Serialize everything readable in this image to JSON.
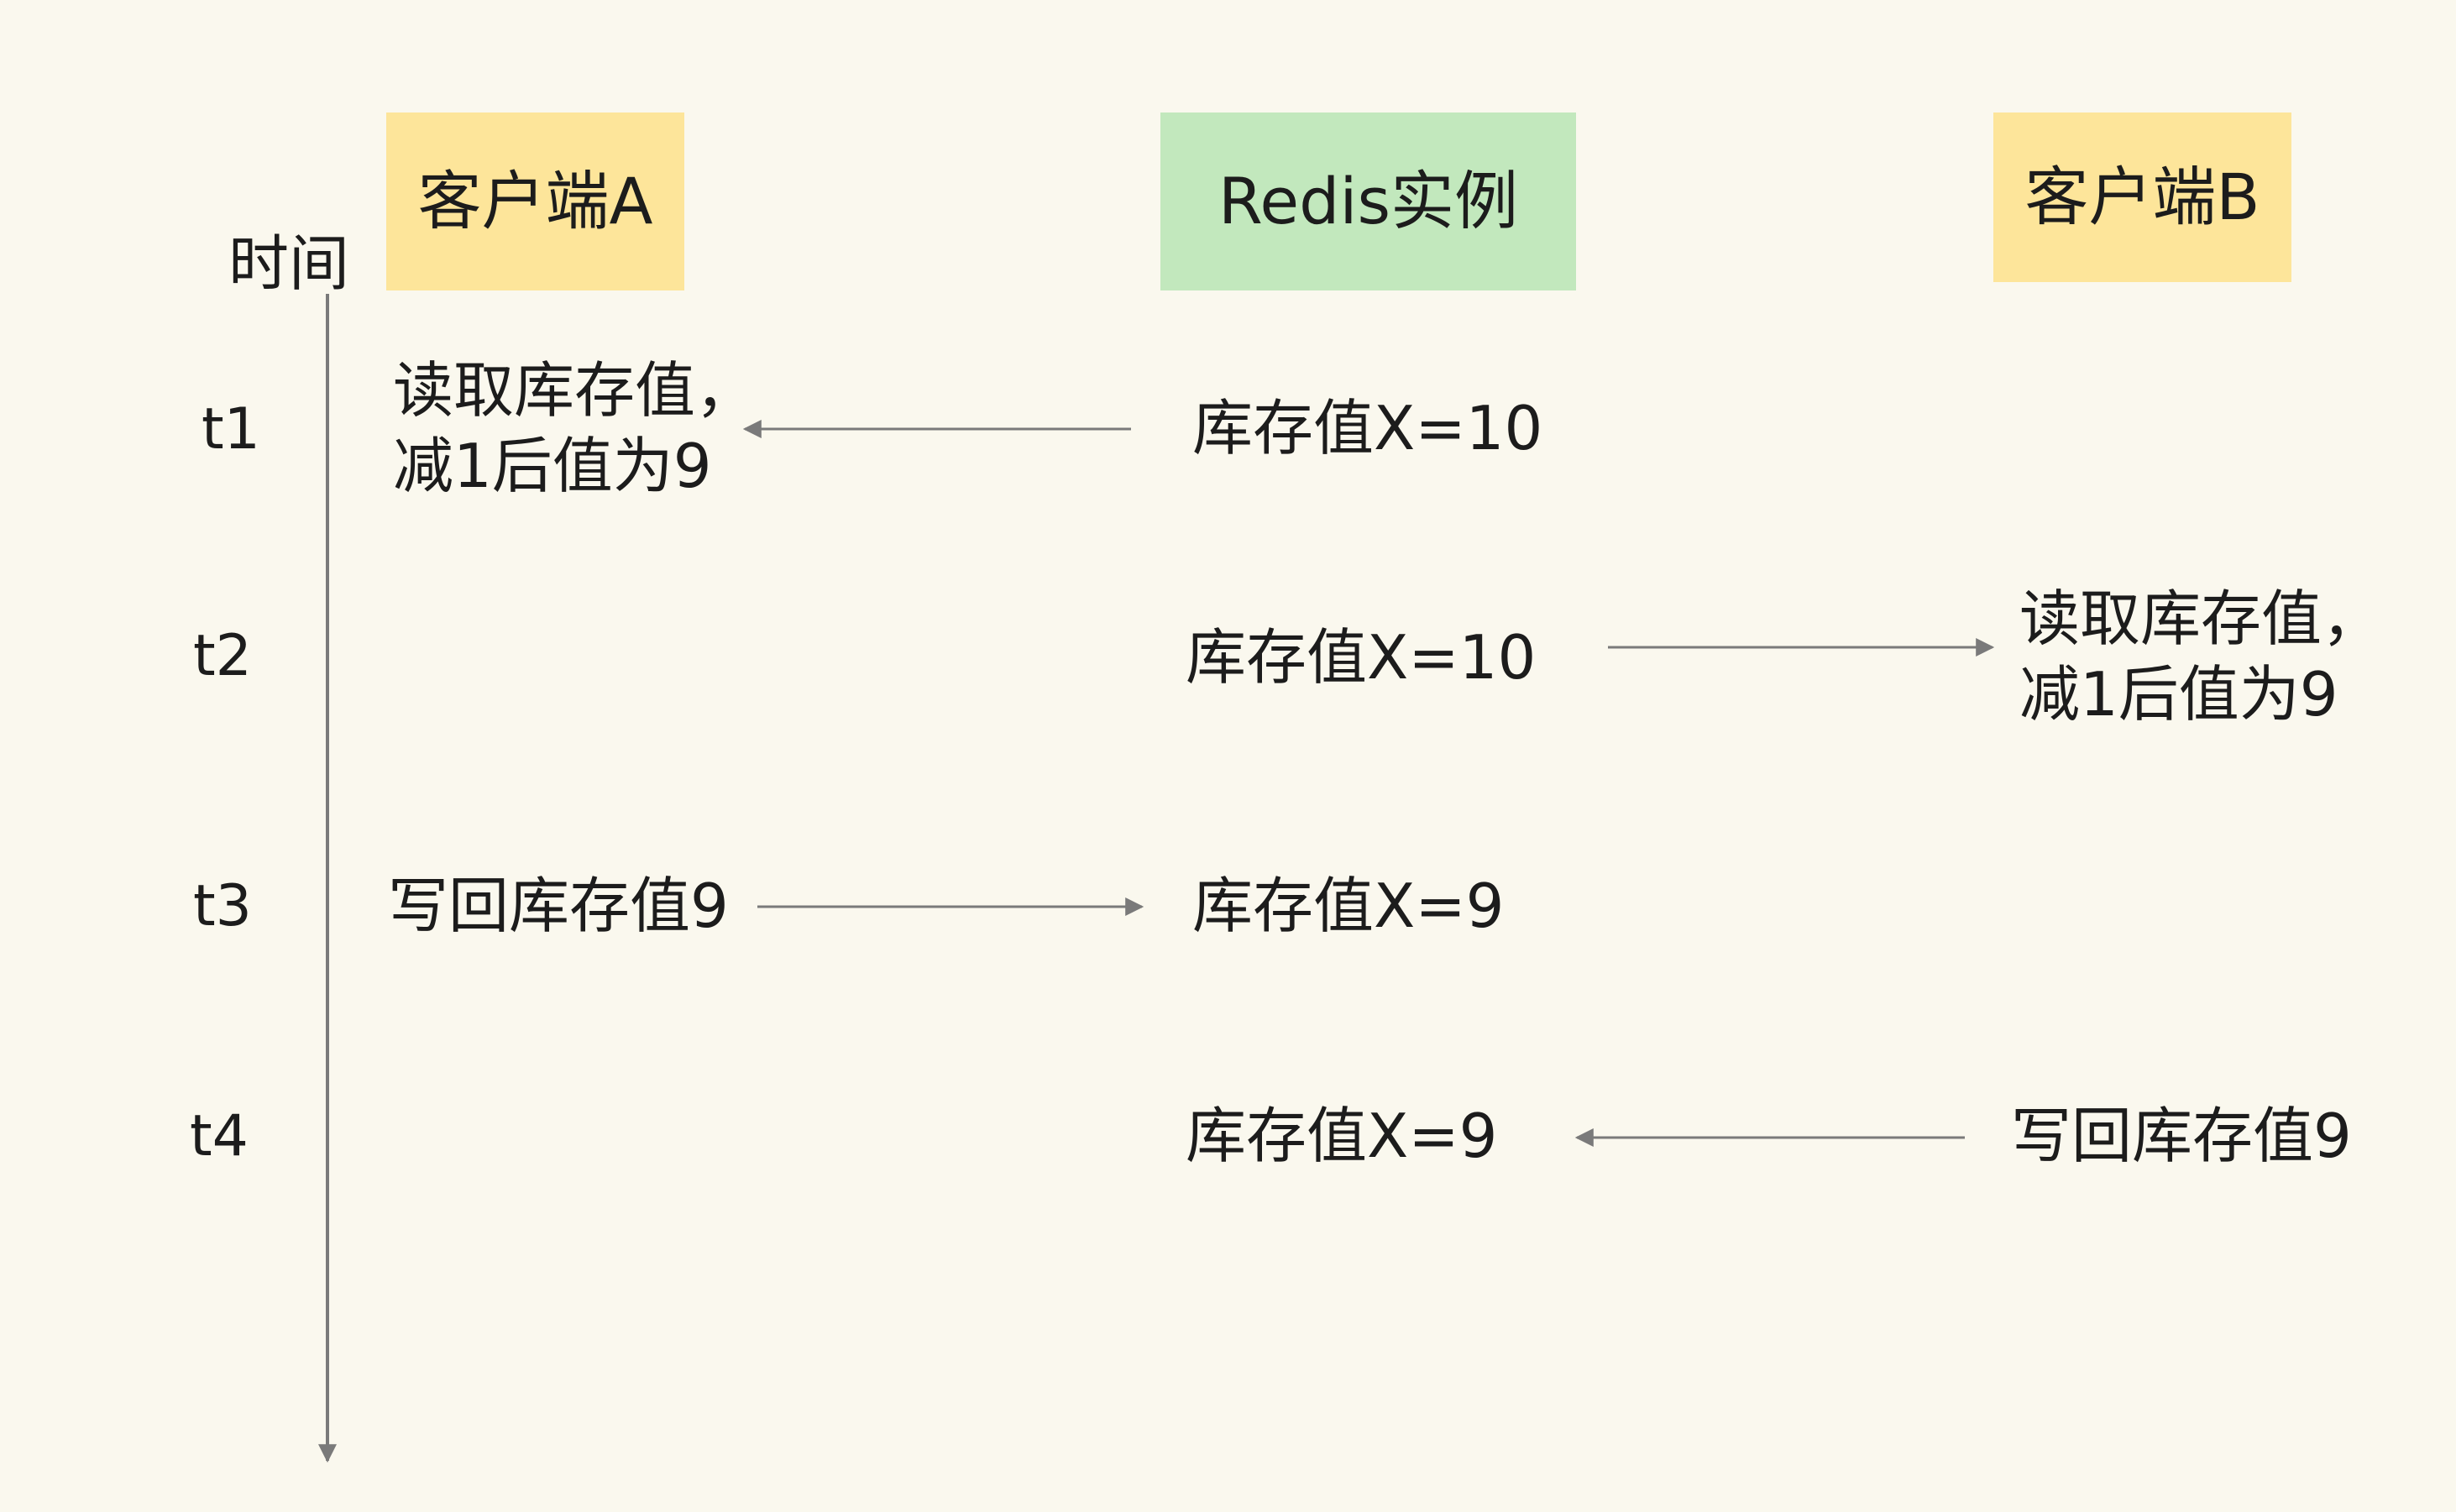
{
  "colors": {
    "background": "#faf8ee",
    "client_box": "#fde59a",
    "redis_box": "#c2e8bd",
    "arrow": "#7a7a7a",
    "text": "#1c1c1c"
  },
  "headers": {
    "client_a": "客户端A",
    "redis": "Redis实例",
    "client_b": "客户端B"
  },
  "axis": {
    "title": "时间"
  },
  "times": [
    "t1",
    "t2",
    "t3",
    "t4"
  ],
  "rows": {
    "t1": {
      "client_a": [
        "读取库存值，",
        "减1后值为9"
      ],
      "redis": "库存值X=10",
      "arrow_direction": "redis-to-client-a"
    },
    "t2": {
      "redis": "库存值X=10",
      "client_b": [
        "读取库存值，",
        "减1后值为9"
      ],
      "arrow_direction": "redis-to-client-b"
    },
    "t3": {
      "client_a": "写回库存值9",
      "redis": "库存值X=9",
      "arrow_direction": "client-a-to-redis"
    },
    "t4": {
      "redis": "库存值X=9",
      "client_b": "写回库存值9",
      "arrow_direction": "client-b-to-redis"
    }
  }
}
